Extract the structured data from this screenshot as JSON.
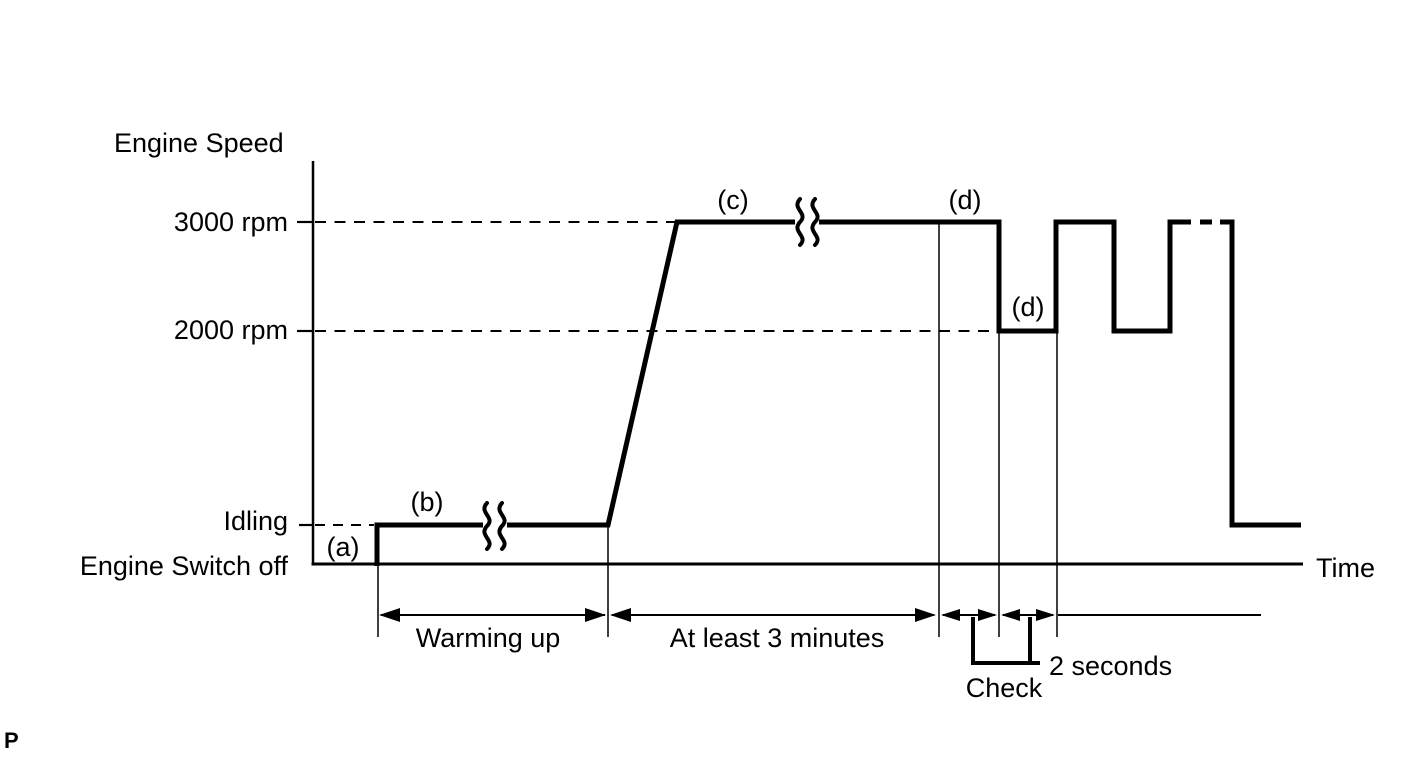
{
  "colors": {
    "ink": "#000000",
    "background": "#ffffff"
  },
  "axis": {
    "y_title": "Engine Speed",
    "x_title": "Time"
  },
  "levels": {
    "rpm3000": "3000 rpm",
    "rpm2000": "2000 rpm",
    "idling": "Idling",
    "switch_off": "Engine Switch off"
  },
  "markers": {
    "a": "(a)",
    "b": "(b)",
    "c": "(c)",
    "d_top": "(d)",
    "d_low": "(d)"
  },
  "annotations": {
    "warming_up": "Warming up",
    "three_minutes": "At least 3 minutes",
    "two_seconds": "2 seconds",
    "check": "Check"
  },
  "page_marker": "P",
  "profile": {
    "type": "timing-diagram",
    "y_levels": [
      "Engine Switch off",
      "Idling",
      "2000 rpm",
      "3000 rpm"
    ],
    "sequence": [
      {
        "phase": "(a)",
        "level": "Engine Switch off"
      },
      {
        "phase": "(b)",
        "level": "Idling",
        "duration": "Warming up"
      },
      {
        "phase": "(c)",
        "level": "3000 rpm",
        "duration": "At least 3 minutes"
      },
      {
        "phase": "(d)",
        "level": "3000 rpm / 2000 rpm alternating",
        "interval": "2 seconds",
        "action": "Check"
      },
      {
        "phase": "end",
        "level": "Idling"
      }
    ]
  }
}
